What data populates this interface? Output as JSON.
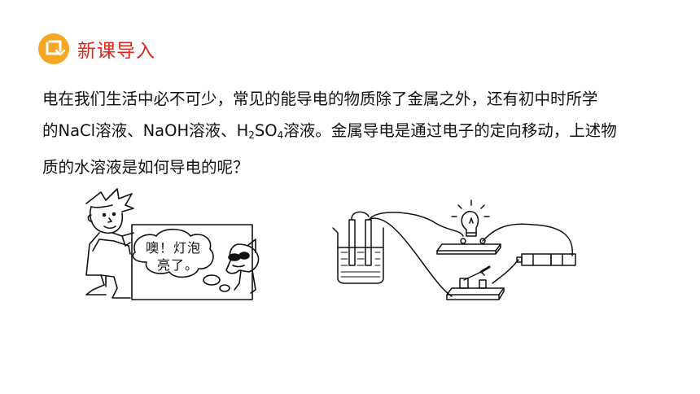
{
  "header": {
    "title": "新课导入",
    "icon": "refresh-badge-icon",
    "accent_color": "#f5a623",
    "title_color": "#e2231a"
  },
  "body": {
    "line1": "电在我们生活中必不可少，常见的能导电的物质除了金属之外，还有初中时所学",
    "line2_part1": "的NaCl溶液、NaOH溶液、H",
    "line2_sub1": "2",
    "line2_part2": "SO",
    "line2_sub2": "4",
    "line2_part3": "溶液。金属导电是通过电子的定向移动，上述物",
    "line3": "质的水溶液是如何导电的呢？"
  },
  "illustration": {
    "bubble_line1": "噢！灯泡",
    "bubble_line2": "亮了。"
  }
}
